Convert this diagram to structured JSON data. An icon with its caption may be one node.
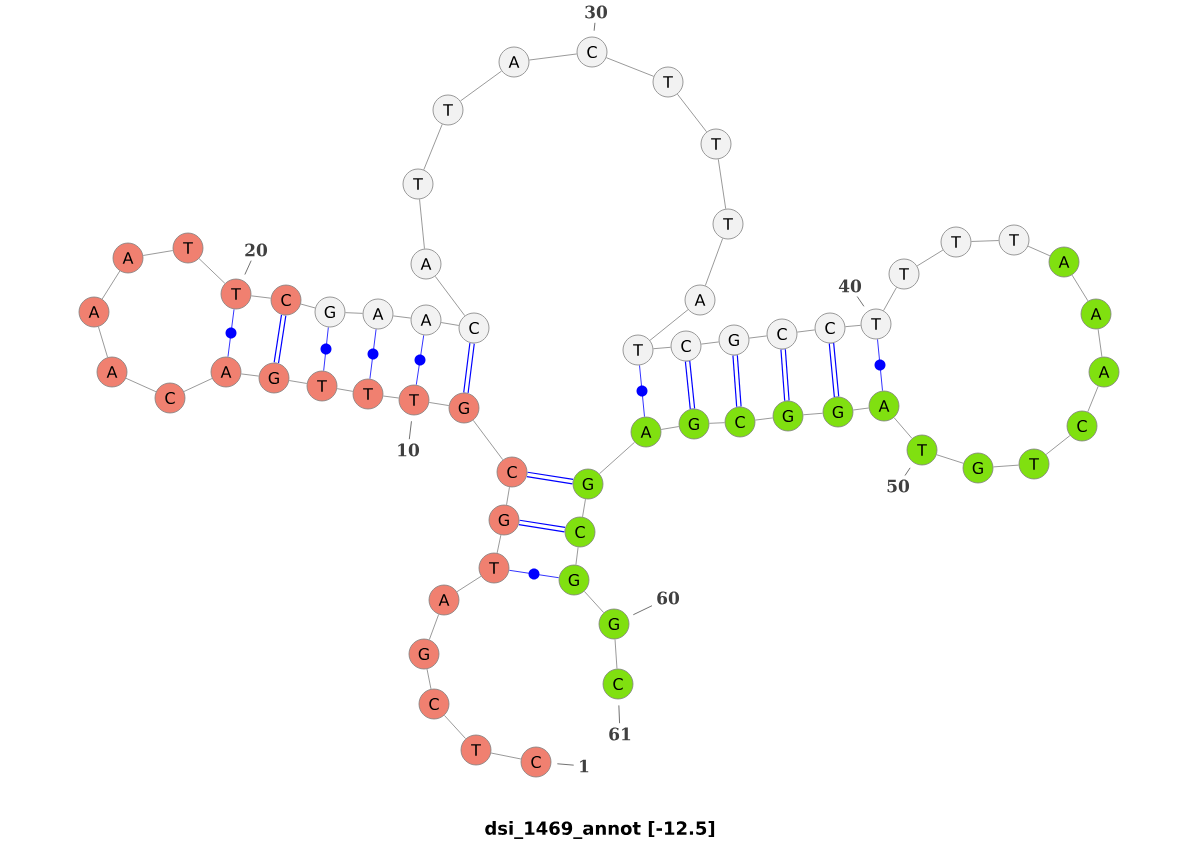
{
  "diagram": {
    "title": "dsi_1469_annot [-12.5]",
    "nodes": [
      {
        "text": [
          "C"
        ]
      },
      {
        "text": [
          "T"
        ]
      },
      {
        "text": [
          "C"
        ]
      },
      {
        "text": [
          "G"
        ]
      },
      {
        "text": [
          "A"
        ]
      },
      {
        "text": [
          "T"
        ]
      },
      {
        "text": [
          "G"
        ]
      },
      {
        "text": [
          "C"
        ]
      },
      {
        "text": [
          "G"
        ]
      },
      {
        "text": [
          "T"
        ]
      },
      {
        "text": [
          "T"
        ]
      },
      {
        "text": [
          "T"
        ]
      },
      {
        "text": [
          "G"
        ]
      },
      {
        "text": [
          "A"
        ]
      },
      {
        "text": [
          "C"
        ]
      },
      {
        "text": [
          "A"
        ]
      },
      {
        "text": [
          "A"
        ]
      },
      {
        "text": [
          "A"
        ]
      },
      {
        "text": [
          "T"
        ]
      },
      {
        "text": [
          "T"
        ]
      },
      {
        "text": [
          "C"
        ]
      },
      {
        "text": [
          "G"
        ]
      },
      {
        "text": [
          "A"
        ]
      },
      {
        "text": [
          "A"
        ]
      },
      {
        "text": [
          "C"
        ]
      },
      {
        "text": [
          "A"
        ]
      },
      {
        "text": [
          "T"
        ]
      },
      {
        "text": [
          "T"
        ]
      },
      {
        "text": [
          "A"
        ]
      },
      {
        "text": [
          "C"
        ]
      },
      {
        "text": [
          "T"
        ]
      },
      {
        "text": [
          "T"
        ]
      },
      {
        "text": [
          "T"
        ]
      },
      {
        "text": [
          "A"
        ]
      },
      {
        "text": [
          "T"
        ]
      },
      {
        "text": [
          "C"
        ]
      },
      {
        "text": [
          "G"
        ]
      },
      {
        "text": [
          "C"
        ]
      },
      {
        "text": [
          "C"
        ]
      },
      {
        "text": [
          "T"
        ]
      },
      {
        "text": [
          "T"
        ]
      },
      {
        "text": [
          "T"
        ]
      },
      {
        "text": [
          "T"
        ]
      },
      {
        "text": [
          "A"
        ]
      },
      {
        "text": [
          "A"
        ]
      },
      {
        "text": [
          "A"
        ]
      },
      {
        "text": [
          "C"
        ]
      },
      {
        "text": [
          "T"
        ]
      },
      {
        "text": [
          "G"
        ]
      },
      {
        "text": [
          "T"
        ]
      },
      {
        "text": [
          "A"
        ]
      },
      {
        "text": [
          "G"
        ]
      },
      {
        "text": [
          "G"
        ]
      },
      {
        "text": [
          "C"
        ]
      },
      {
        "text": [
          "G"
        ]
      },
      {
        "text": [
          "A"
        ]
      },
      {
        "text": [
          "G"
        ]
      },
      {
        "text": [
          "C"
        ]
      },
      {
        "text": [
          "G"
        ]
      },
      {
        "text": [
          "G"
        ]
      },
      {
        "text": [
          "C"
        ]
      },
      {
        "text": [
          "1"
        ]
      },
      {
        "text": [
          "10"
        ]
      },
      {
        "text": [
          "20"
        ]
      },
      {
        "text": [
          "30"
        ]
      },
      {
        "text": [
          "40"
        ]
      },
      {
        "text": [
          "50"
        ]
      },
      {
        "text": [
          "60"
        ]
      },
      {
        "text": [
          "61"
        ]
      }
    ],
    "edges": [
      {
        "from": 0,
        "to": 1,
        "arrow": "none"
      },
      {
        "from": 1,
        "to": 2,
        "arrow": "none"
      },
      {
        "from": 2,
        "to": 3,
        "arrow": "none"
      },
      {
        "from": 3,
        "to": 4,
        "arrow": "none"
      },
      {
        "from": 4,
        "to": 5,
        "arrow": "none"
      },
      {
        "from": 5,
        "to": 6,
        "arrow": "none"
      },
      {
        "from": 6,
        "to": 7,
        "arrow": "none"
      },
      {
        "from": 7,
        "to": 8,
        "arrow": "none"
      },
      {
        "from": 8,
        "to": 9,
        "arrow": "none"
      },
      {
        "from": 9,
        "to": 10,
        "arrow": "none"
      },
      {
        "from": 10,
        "to": 11,
        "arrow": "none"
      },
      {
        "from": 11,
        "to": 12,
        "arrow": "none"
      },
      {
        "from": 12,
        "to": 13,
        "arrow": "none"
      },
      {
        "from": 13,
        "to": 14,
        "arrow": "none"
      },
      {
        "from": 14,
        "to": 15,
        "arrow": "none"
      },
      {
        "from": 15,
        "to": 16,
        "arrow": "none"
      },
      {
        "from": 16,
        "to": 17,
        "arrow": "none"
      },
      {
        "from": 17,
        "to": 18,
        "arrow": "none"
      },
      {
        "from": 18,
        "to": 19,
        "arrow": "none"
      },
      {
        "from": 19,
        "to": 20,
        "arrow": "none"
      },
      {
        "from": 20,
        "to": 21,
        "arrow": "none"
      },
      {
        "from": 21,
        "to": 22,
        "arrow": "none"
      },
      {
        "from": 22,
        "to": 23,
        "arrow": "none"
      },
      {
        "from": 23,
        "to": 24,
        "arrow": "none"
      },
      {
        "from": 24,
        "to": 25,
        "arrow": "none"
      },
      {
        "from": 25,
        "to": 26,
        "arrow": "none"
      },
      {
        "from": 26,
        "to": 27,
        "arrow": "none"
      },
      {
        "from": 27,
        "to": 28,
        "arrow": "none"
      },
      {
        "from": 28,
        "to": 29,
        "arrow": "none"
      },
      {
        "from": 29,
        "to": 30,
        "arrow": "none"
      },
      {
        "from": 30,
        "to": 31,
        "arrow": "none"
      },
      {
        "from": 31,
        "to": 32,
        "arrow": "none"
      },
      {
        "from": 32,
        "to": 33,
        "arrow": "none"
      },
      {
        "from": 33,
        "to": 34,
        "arrow": "none"
      },
      {
        "from": 34,
        "to": 35,
        "arrow": "none"
      },
      {
        "from": 35,
        "to": 36,
        "arrow": "none"
      },
      {
        "from": 36,
        "to": 37,
        "arrow": "none"
      },
      {
        "from": 37,
        "to": 38,
        "arrow": "none"
      },
      {
        "from": 38,
        "to": 39,
        "arrow": "none"
      },
      {
        "from": 39,
        "to": 40,
        "arrow": "none"
      },
      {
        "from": 40,
        "to": 41,
        "arrow": "none"
      },
      {
        "from": 41,
        "to": 42,
        "arrow": "none"
      },
      {
        "from": 42,
        "to": 43,
        "arrow": "none"
      },
      {
        "from": 43,
        "to": 44,
        "arrow": "none"
      },
      {
        "from": 44,
        "to": 45,
        "arrow": "none"
      },
      {
        "from": 45,
        "to": 46,
        "arrow": "none"
      },
      {
        "from": 46,
        "to": 47,
        "arrow": "none"
      },
      {
        "from": 47,
        "to": 48,
        "arrow": "none"
      },
      {
        "from": 48,
        "to": 49,
        "arrow": "none"
      },
      {
        "from": 49,
        "to": 50,
        "arrow": "none"
      },
      {
        "from": 50,
        "to": 51,
        "arrow": "none"
      },
      {
        "from": 51,
        "to": 52,
        "arrow": "none"
      },
      {
        "from": 52,
        "to": 53,
        "arrow": "none"
      },
      {
        "from": 53,
        "to": 54,
        "arrow": "none"
      },
      {
        "from": 54,
        "to": 55,
        "arrow": "none"
      },
      {
        "from": 55,
        "to": 56,
        "arrow": "none"
      },
      {
        "from": 56,
        "to": 57,
        "arrow": "none"
      },
      {
        "from": 57,
        "to": 58,
        "arrow": "none"
      },
      {
        "from": 58,
        "to": 59,
        "arrow": "none"
      },
      {
        "from": 59,
        "to": 60,
        "arrow": "none"
      },
      {
        "from": 7,
        "to": 56,
        "arrow": "none",
        "style": "thick",
        "color": "#0000ff"
      },
      {
        "from": 6,
        "to": 57,
        "arrow": "none",
        "style": "thick",
        "color": "#0000ff"
      },
      {
        "from": 5,
        "to": 58,
        "arrow": "none",
        "color": "#0000ff"
      },
      {
        "from": 8,
        "to": 24,
        "arrow": "none",
        "style": "thick",
        "color": "#0000ff"
      },
      {
        "from": 9,
        "to": 23,
        "arrow": "none",
        "color": "#0000ff"
      },
      {
        "from": 10,
        "to": 22,
        "arrow": "none",
        "color": "#0000ff"
      },
      {
        "from": 11,
        "to": 21,
        "arrow": "none",
        "color": "#0000ff"
      },
      {
        "from": 12,
        "to": 20,
        "arrow": "none",
        "style": "thick",
        "color": "#0000ff"
      },
      {
        "from": 13,
        "to": 19,
        "arrow": "none",
        "color": "#0000ff"
      },
      {
        "from": 34,
        "to": 55,
        "arrow": "none",
        "color": "#0000ff"
      },
      {
        "from": 35,
        "to": 54,
        "arrow": "none",
        "style": "thick",
        "color": "#0000ff"
      },
      {
        "from": 36,
        "to": 53,
        "arrow": "none",
        "style": "thick",
        "color": "#0000ff"
      },
      {
        "from": 37,
        "to": 52,
        "arrow": "none",
        "style": "thick",
        "color": "#0000ff"
      },
      {
        "from": 38,
        "to": 51,
        "arrow": "none",
        "style": "thick",
        "color": "#0000ff"
      },
      {
        "from": 39,
        "to": 50,
        "arrow": "none",
        "color": "#0000ff"
      },
      {
        "from": 61,
        "to": 0,
        "arrow": "none"
      },
      {
        "from": 62,
        "to": 9,
        "arrow": "none"
      },
      {
        "from": 63,
        "to": 19,
        "arrow": "none"
      },
      {
        "from": 64,
        "to": 29,
        "arrow": "none"
      },
      {
        "from": 65,
        "to": 39,
        "arrow": "none"
      },
      {
        "from": 66,
        "to": 49,
        "arrow": "none"
      },
      {
        "from": 67,
        "to": 59,
        "arrow": "none"
      },
      {
        "from": 68,
        "to": 60,
        "arrow": "none"
      }
    ]
  }
}
